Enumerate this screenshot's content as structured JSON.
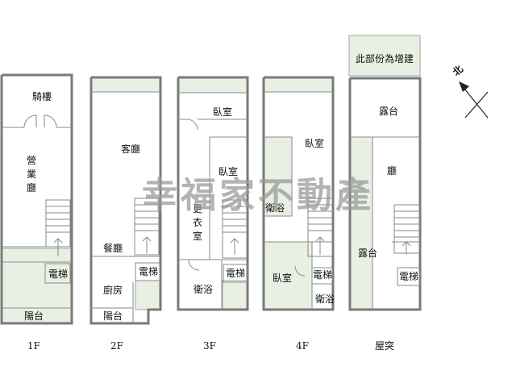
{
  "floors": {
    "f1": {
      "label": "1F",
      "rooms": {
        "arcade": "騎樓",
        "business_hall": "營\n業\n廳",
        "elevator": "電梯",
        "balcony": "陽台"
      }
    },
    "f2": {
      "label": "2F",
      "rooms": {
        "living": "客廳",
        "dining": "餐廳",
        "kitchen": "廚房",
        "elevator": "電梯",
        "balcony": "陽台"
      }
    },
    "f3": {
      "label": "3F",
      "rooms": {
        "bedroom_top": "臥室",
        "bedroom_mid": "臥室",
        "closet": "更\n衣\n室",
        "bath": "衛浴",
        "elevator": "電梯"
      }
    },
    "f4": {
      "label": "4F",
      "rooms": {
        "bedroom_top": "臥室",
        "bath_top": "衛浴",
        "bedroom_bottom": "臥室",
        "elevator": "電梯",
        "bath_bottom": "衛浴"
      }
    },
    "roof": {
      "label": "屋突",
      "rooms": {
        "terrace_top": "露台",
        "hall": "廳",
        "terrace_mid": "露台",
        "elevator": "電梯"
      }
    }
  },
  "addition_note": "此部份為增建",
  "north_label": "北",
  "watermark": "幸福家不動產",
  "colors": {
    "wall": "#7a7a7a",
    "green_fill": "#e8f0e4",
    "watermark": "#9a9a9a"
  }
}
